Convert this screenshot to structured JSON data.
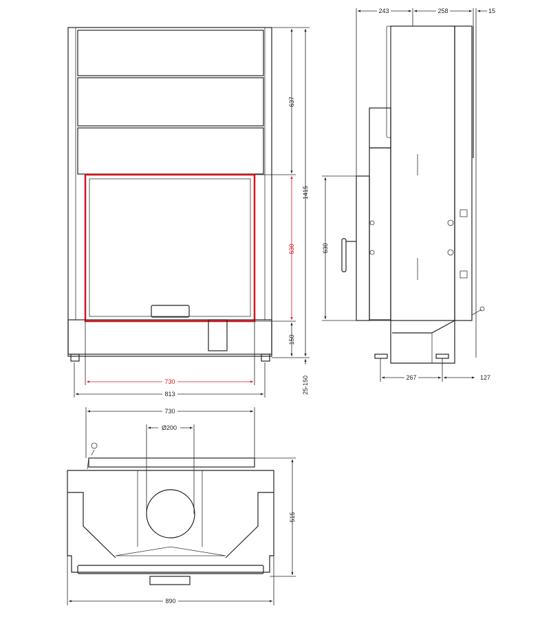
{
  "colors": {
    "highlight": "#d4141c",
    "line": "#222222"
  },
  "front_view": {
    "dims": {
      "upper_height": "637",
      "opening_height": "630",
      "base_height": "150",
      "total_height": "1415",
      "feet_adjust": "25-150",
      "opening_width": "730",
      "total_width": "813"
    }
  },
  "side_view": {
    "dims": {
      "depth_front": "243",
      "depth_rear": "258",
      "rear_offset": "15",
      "opening_height": "630",
      "feet_spacing": "267",
      "rear_feet_offset": "127"
    }
  },
  "top_view": {
    "dims": {
      "opening_width": "730",
      "flue_diameter": "Ø200",
      "depth": "515",
      "total_width": "890"
    }
  }
}
